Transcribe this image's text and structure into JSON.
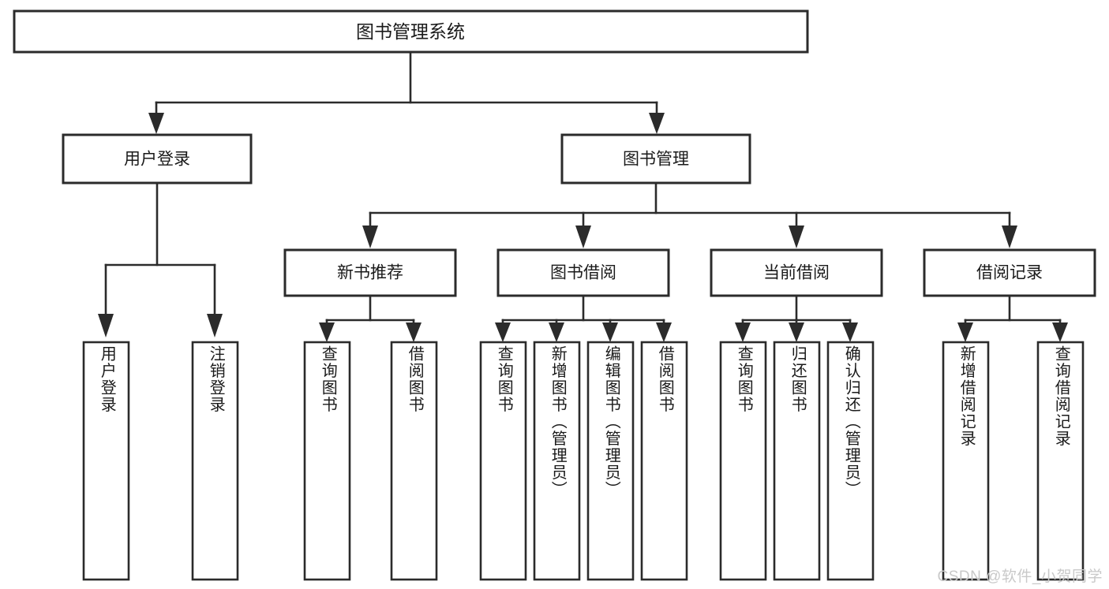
{
  "diagram": {
    "title": "图书管理系统",
    "type": "tree-hierarchy",
    "stroke_color": "#2b2b2b",
    "fill_color": "#ffffff",
    "root": {
      "id": "root",
      "label": "图书管理系统"
    },
    "level1": [
      {
        "id": "user-login",
        "label": "用户登录"
      },
      {
        "id": "book-manage",
        "label": "图书管理"
      }
    ],
    "level2": [
      {
        "id": "new-book-rec",
        "label": "新书推荐"
      },
      {
        "id": "book-borrow",
        "label": "图书借阅"
      },
      {
        "id": "current-borrow",
        "label": "当前借阅"
      },
      {
        "id": "borrow-record",
        "label": "借阅记录"
      }
    ],
    "leaves": {
      "user_login": [
        {
          "id": "leaf-user-login",
          "label": "用户登录"
        },
        {
          "id": "leaf-logout-login",
          "label": "注销登录"
        }
      ],
      "new_book_rec": [
        {
          "id": "leaf-query-book-1",
          "label": "查询图书"
        },
        {
          "id": "leaf-borrow-book-1",
          "label": "借阅图书"
        }
      ],
      "book_borrow": [
        {
          "id": "leaf-query-book-2",
          "label": "查询图书"
        },
        {
          "id": "leaf-add-book",
          "label": "新增图书（管理员）"
        },
        {
          "id": "leaf-edit-book",
          "label": "编辑图书（管理员）"
        },
        {
          "id": "leaf-borrow-book-2",
          "label": "借阅图书"
        }
      ],
      "current_borrow": [
        {
          "id": "leaf-query-book-3",
          "label": "查询图书"
        },
        {
          "id": "leaf-return-book",
          "label": "归还图书"
        },
        {
          "id": "leaf-confirm-return",
          "label": "确认归还（管理员）"
        }
      ],
      "borrow_record": [
        {
          "id": "leaf-add-record",
          "label": "新增借阅记录"
        },
        {
          "id": "leaf-query-record",
          "label": "查询借阅记录"
        }
      ]
    }
  },
  "watermark": {
    "text": "CSDN @软件_小贺同学"
  }
}
